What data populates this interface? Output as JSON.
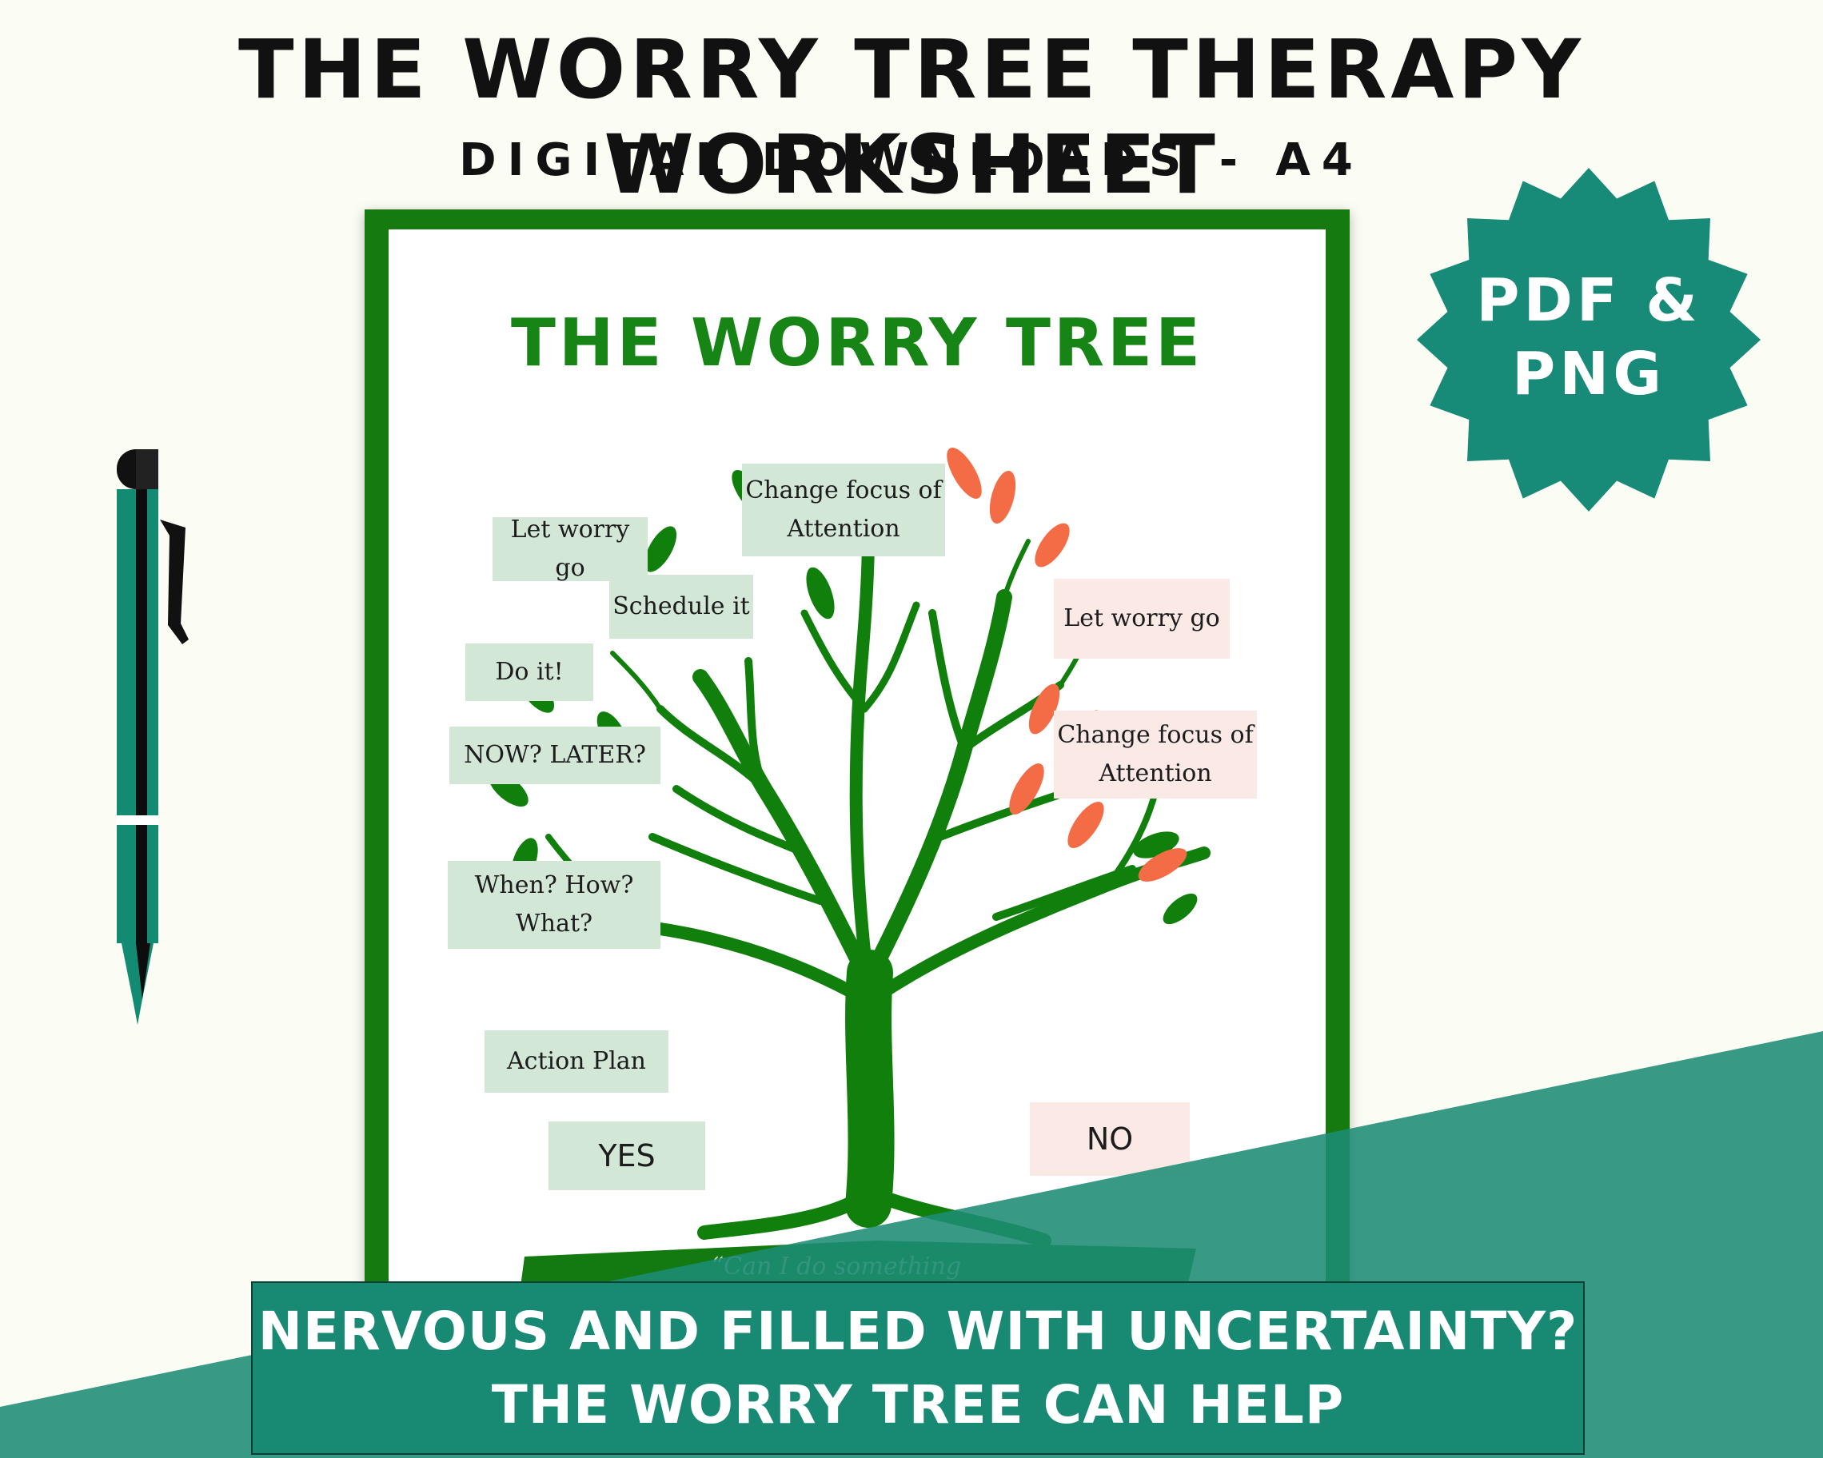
{
  "header": {
    "title": "THE WORRY TREE THERAPY WORKSHEET",
    "subtitle": "DIGITAL DOWNLOADS - A4"
  },
  "badge": {
    "text": "PDF &\nPNG",
    "color": "#178a78"
  },
  "worksheet": {
    "title": "THE WORRY TREE",
    "question": "“Can I do something about it?”",
    "green_tags": {
      "change_focus": "Change focus of Attention",
      "let_go": "Let worry go",
      "schedule": "Schedule it",
      "do_it": "Do it!",
      "now_later": "NOW? LATER?",
      "when_how": "When? How? What?",
      "action_plan": "Action Plan",
      "yes": "YES"
    },
    "orange_tags": {
      "let_go": "Let worry go",
      "change_focus": "Change focus of Attention",
      "no": "NO"
    },
    "colors": {
      "frame": "#157a10",
      "tree": "#117f0c",
      "leaf_orange": "#f36c45",
      "tag_green": "#d3e7d6",
      "tag_orange": "#fbe9e6"
    }
  },
  "banner": {
    "line1": "NERVOUS AND FILLED WITH UNCERTAINTY?",
    "line2": "THE WORRY TREE CAN HELP",
    "color": "#188a73"
  },
  "pen": {
    "icon": "pen-icon",
    "color": "#138a72"
  }
}
